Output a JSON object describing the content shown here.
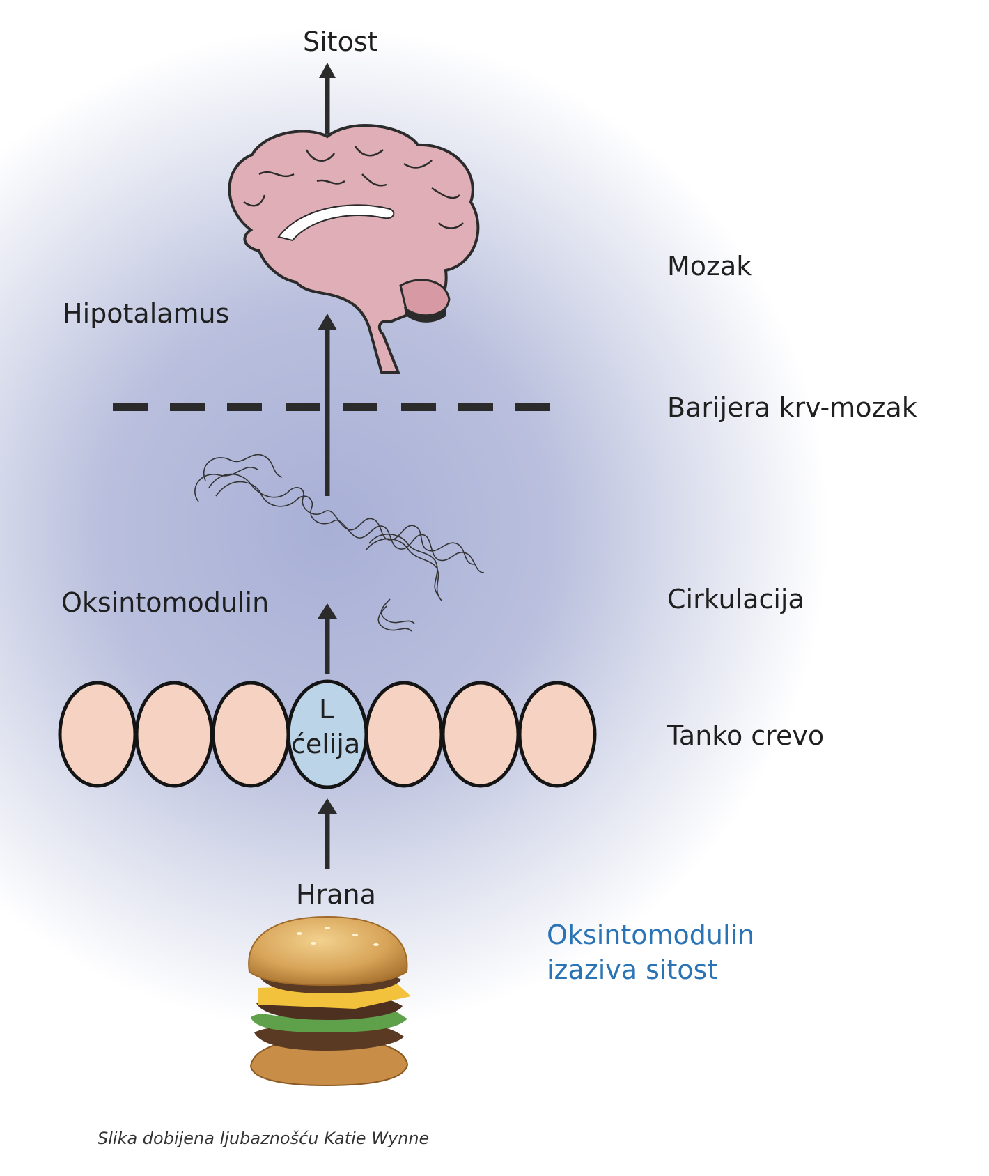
{
  "labels": {
    "satiety": "Sitost",
    "brain": "Mozak",
    "hypothalamus": "Hipotalamus",
    "bbb": "Barijera krv-mozak",
    "oxm": "Oksintomodulin",
    "circulation": "Cirkulacija",
    "l_cell_line1": "L",
    "l_cell_line2": "ćelija",
    "small_intestine": "Tanko crevo",
    "food": "Hrana",
    "caption_line1": "Oksintomodulin",
    "caption_line2": "izaziva sitost",
    "credit": "Slika dobijena ljubaznošću Katie Wynne"
  },
  "colors": {
    "background_glow": "#a9b0d6",
    "arrow": "#2b2b2b",
    "brain_fill": "#e0aeb6",
    "cell_fill": "#f6d2c3",
    "l_cell_fill": "#bcd4e8",
    "caption": "#2a73b5"
  },
  "icons": {
    "brain": "brain-sagittal-icon",
    "peptide": "peptide-chain-icon",
    "food": "hamburger-icon"
  }
}
